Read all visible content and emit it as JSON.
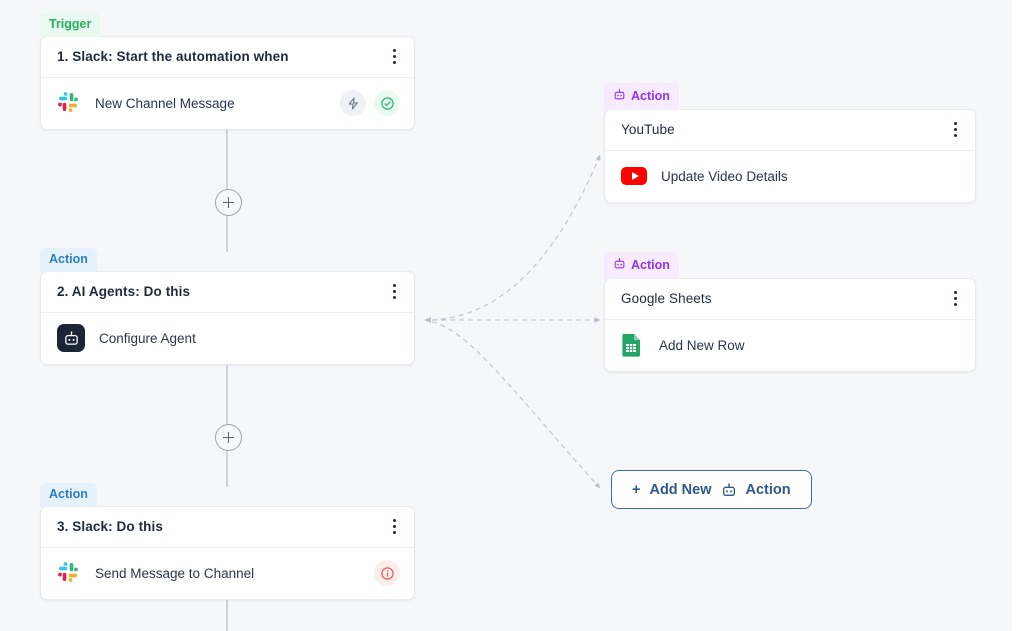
{
  "canvas": {
    "background": "#f6f7f9",
    "accent_blue": "#2a7fc4",
    "accent_green": "#27ae60",
    "accent_purple": "#9333ea",
    "button_border": "#3d6c9e"
  },
  "left_column": [
    {
      "badge": "Trigger",
      "badge_kind": "trigger",
      "title": "1. Slack: Start the automation when",
      "title_bold": true,
      "app_icon": "slack-icon",
      "action_label": "New Channel Message",
      "status": [
        "bolt-icon",
        "check-circle-icon"
      ],
      "menu": "kebab-menu-icon"
    },
    {
      "badge": "Action",
      "badge_kind": "action",
      "title": "2. AI Agents: Do this",
      "title_bold": false,
      "app_icon": "robot-icon",
      "action_label": "Configure Agent",
      "status": [],
      "menu": "kebab-menu-icon"
    },
    {
      "badge": "Action",
      "badge_kind": "action",
      "title": "3. Slack: Do this",
      "title_bold": false,
      "app_icon": "slack-icon",
      "action_label": "Send Message to Channel",
      "status": [
        "warning-circle-icon"
      ],
      "menu": "kebab-menu-icon"
    }
  ],
  "right_column": [
    {
      "badge": "Action",
      "badge_kind": "agent",
      "badge_icon": "robot-icon",
      "title": "YouTube",
      "app_icon": "youtube-icon",
      "action_label": "Update Video Details",
      "menu": "kebab-menu-icon"
    },
    {
      "badge": "Action",
      "badge_kind": "agent",
      "badge_icon": "robot-icon",
      "title": "Google Sheets",
      "app_icon": "google-sheets-icon",
      "action_label": "Add New Row",
      "menu": "kebab-menu-icon"
    }
  ],
  "add_button": {
    "plus": "+",
    "text_before": "Add New",
    "icon": "robot-icon",
    "text_after": "Action"
  },
  "connector_buttons": [
    {
      "name": "add-step-button-1",
      "glyph": "+"
    },
    {
      "name": "add-step-button-2",
      "glyph": "+"
    }
  ]
}
